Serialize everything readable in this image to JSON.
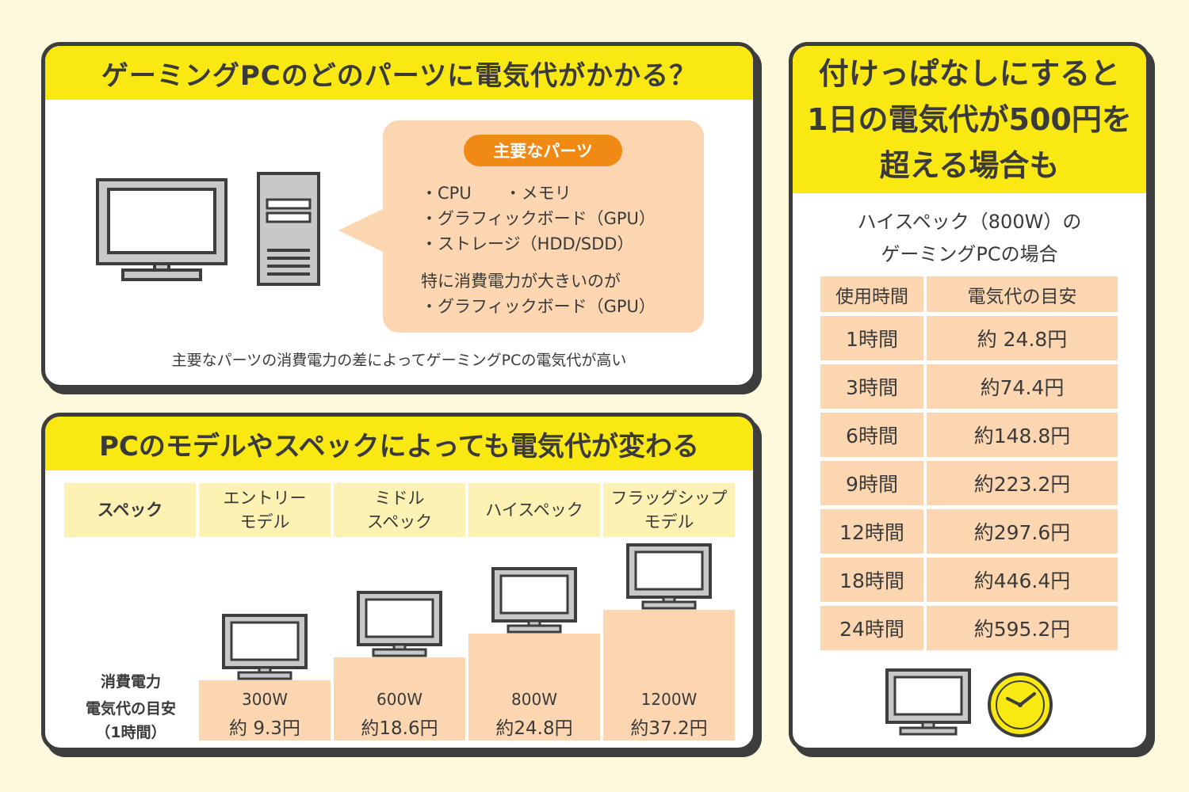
{
  "colors": {
    "background": "#fef8dc",
    "header_yellow": "#fae812",
    "peach": "#fcd6b0",
    "orange": "#f08a14",
    "light_yellow": "#fdf2b4",
    "outline": "#3d3d3d",
    "device_gray": "#c8c8c8"
  },
  "parts_panel": {
    "title": "ゲーミングPCのどのパーツに電気代がかかる？",
    "bubble_title": "主要なパーツ",
    "bubble_lines": [
      "・CPU　　・メモリ",
      "・グラフィックボード（GPU）",
      "・ストレージ（HDD/SDD）"
    ],
    "note_lines": [
      "特に消費電力が大きいのが",
      "・グラフィックボード（GPU）"
    ],
    "caption": "主要なパーツの消費電力の差によってゲーミングPCの電気代が高い",
    "icons": [
      "monitor-icon",
      "pc-tower-icon"
    ]
  },
  "spec_panel": {
    "title": "PCのモデルやスペックによっても電気代が変わる",
    "header_label": "スペック",
    "row_labels": [
      "消費電力",
      "電気代の目安",
      "（1時間）"
    ],
    "models": [
      {
        "name_lines": [
          "エントリー",
          "モデル"
        ],
        "power": "300W",
        "cost": "約 9.3円"
      },
      {
        "name_lines": [
          "ミドル",
          "スペック"
        ],
        "power": "600W",
        "cost": "約18.6円"
      },
      {
        "name_lines": [
          "ハイスペック"
        ],
        "power": "800W",
        "cost": "約24.8円"
      },
      {
        "name_lines": [
          "フラッグシップ",
          "モデル"
        ],
        "power": "1200W",
        "cost": "約37.2円"
      }
    ]
  },
  "daily_panel": {
    "title_lines": [
      "付けっぱなしにすると",
      "1日の電気代が500円を",
      "超える場合も"
    ],
    "subtitle_lines": [
      "ハイスペック（800W）の",
      "ゲーミングPCの場合"
    ],
    "columns": [
      "使用時間",
      "電気代の目安"
    ],
    "rows": [
      [
        "1時間",
        "約 24.8円"
      ],
      [
        "3時間",
        "約74.4円"
      ],
      [
        "6時間",
        "約148.8円"
      ],
      [
        "9時間",
        "約223.2円"
      ],
      [
        "12時間",
        "約297.6円"
      ],
      [
        "18時間",
        "約446.4円"
      ],
      [
        "24時間",
        "約595.2円"
      ]
    ],
    "icons": [
      "monitor-icon",
      "clock-icon"
    ]
  }
}
